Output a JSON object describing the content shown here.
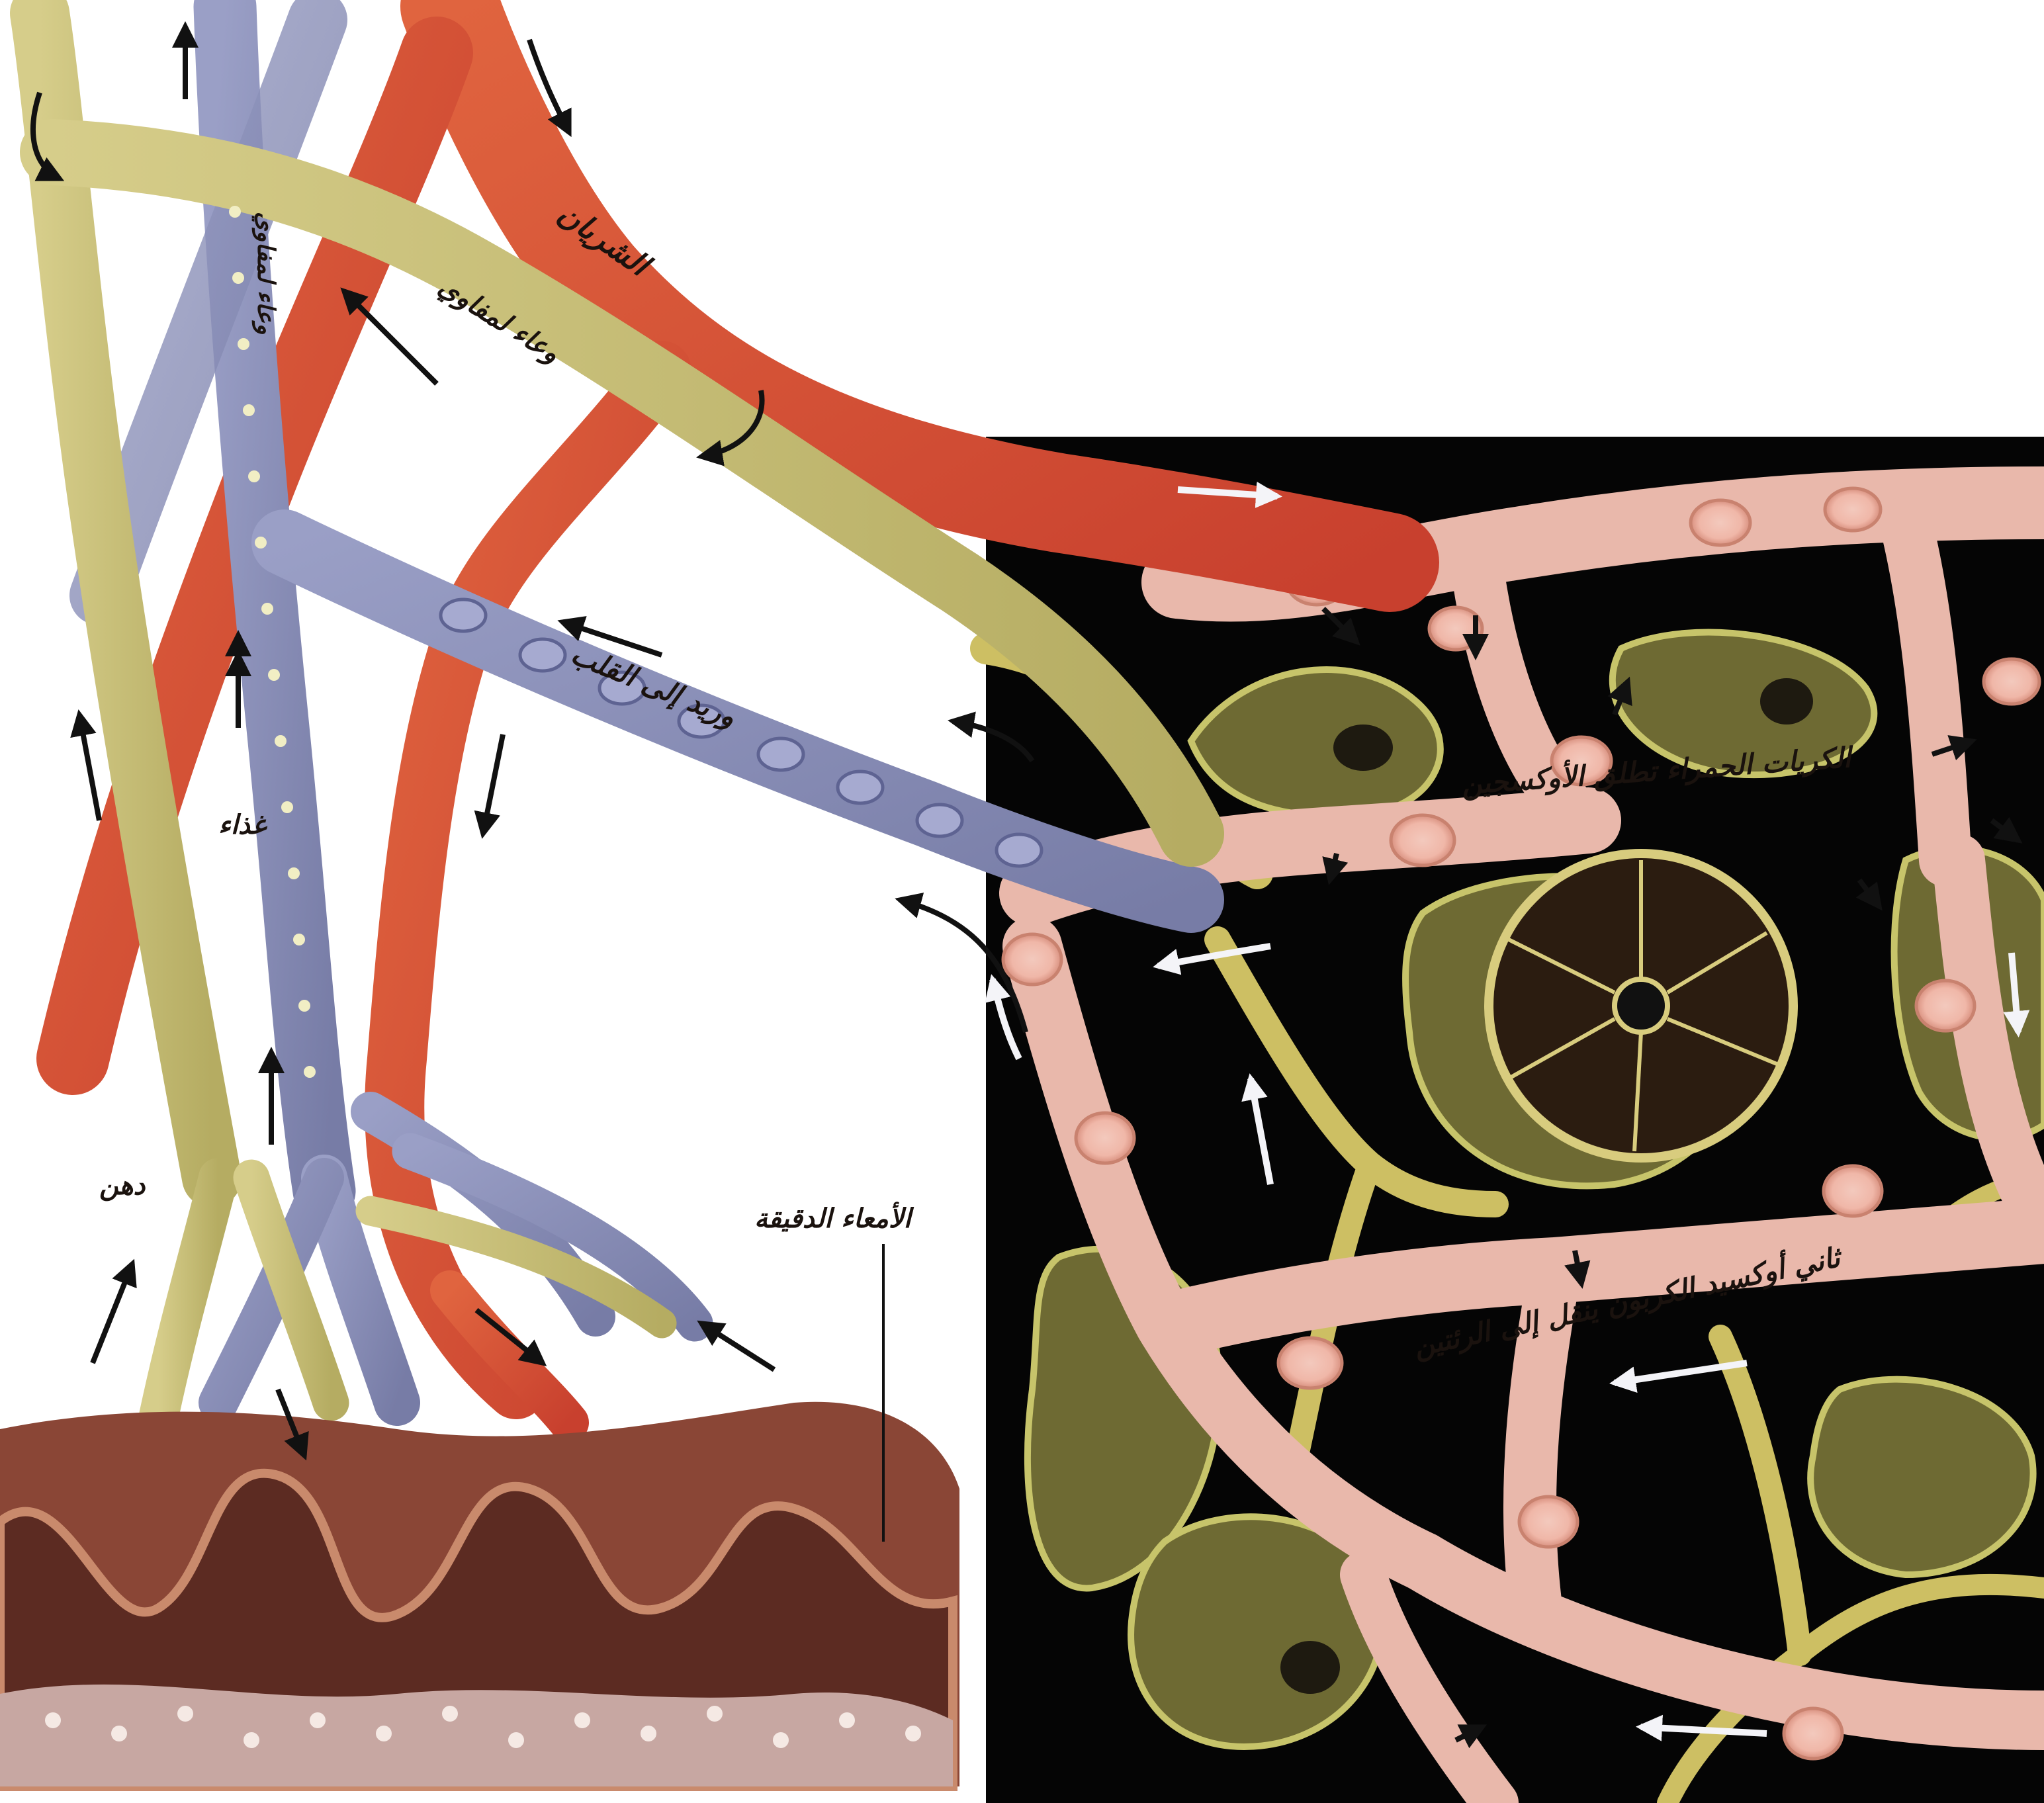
{
  "labels": {
    "artery": "الشريان",
    "lymph_vessel": "وعاء لمفاوي",
    "lymph_vessel_vertical": "وعاء لمفاوي",
    "vein_to_heart": "وريد إلى القلب",
    "food": "غذاء",
    "fat": "دهن",
    "villi": "الأمعاء الدقيقة",
    "o2_release": "الكريات الحمراء تطلق الأوكسجين",
    "co2_to_lungs": "ثاني أوكسيد الكربون ينقل إلى الرئتين"
  },
  "colors": {
    "artery": "#d8553a",
    "vein": "#8a8fb8",
    "lymph": "#c9c07a",
    "capillary": "#e4b3a6",
    "background_panel": "#050505",
    "tissue": "#7a3a2a"
  }
}
